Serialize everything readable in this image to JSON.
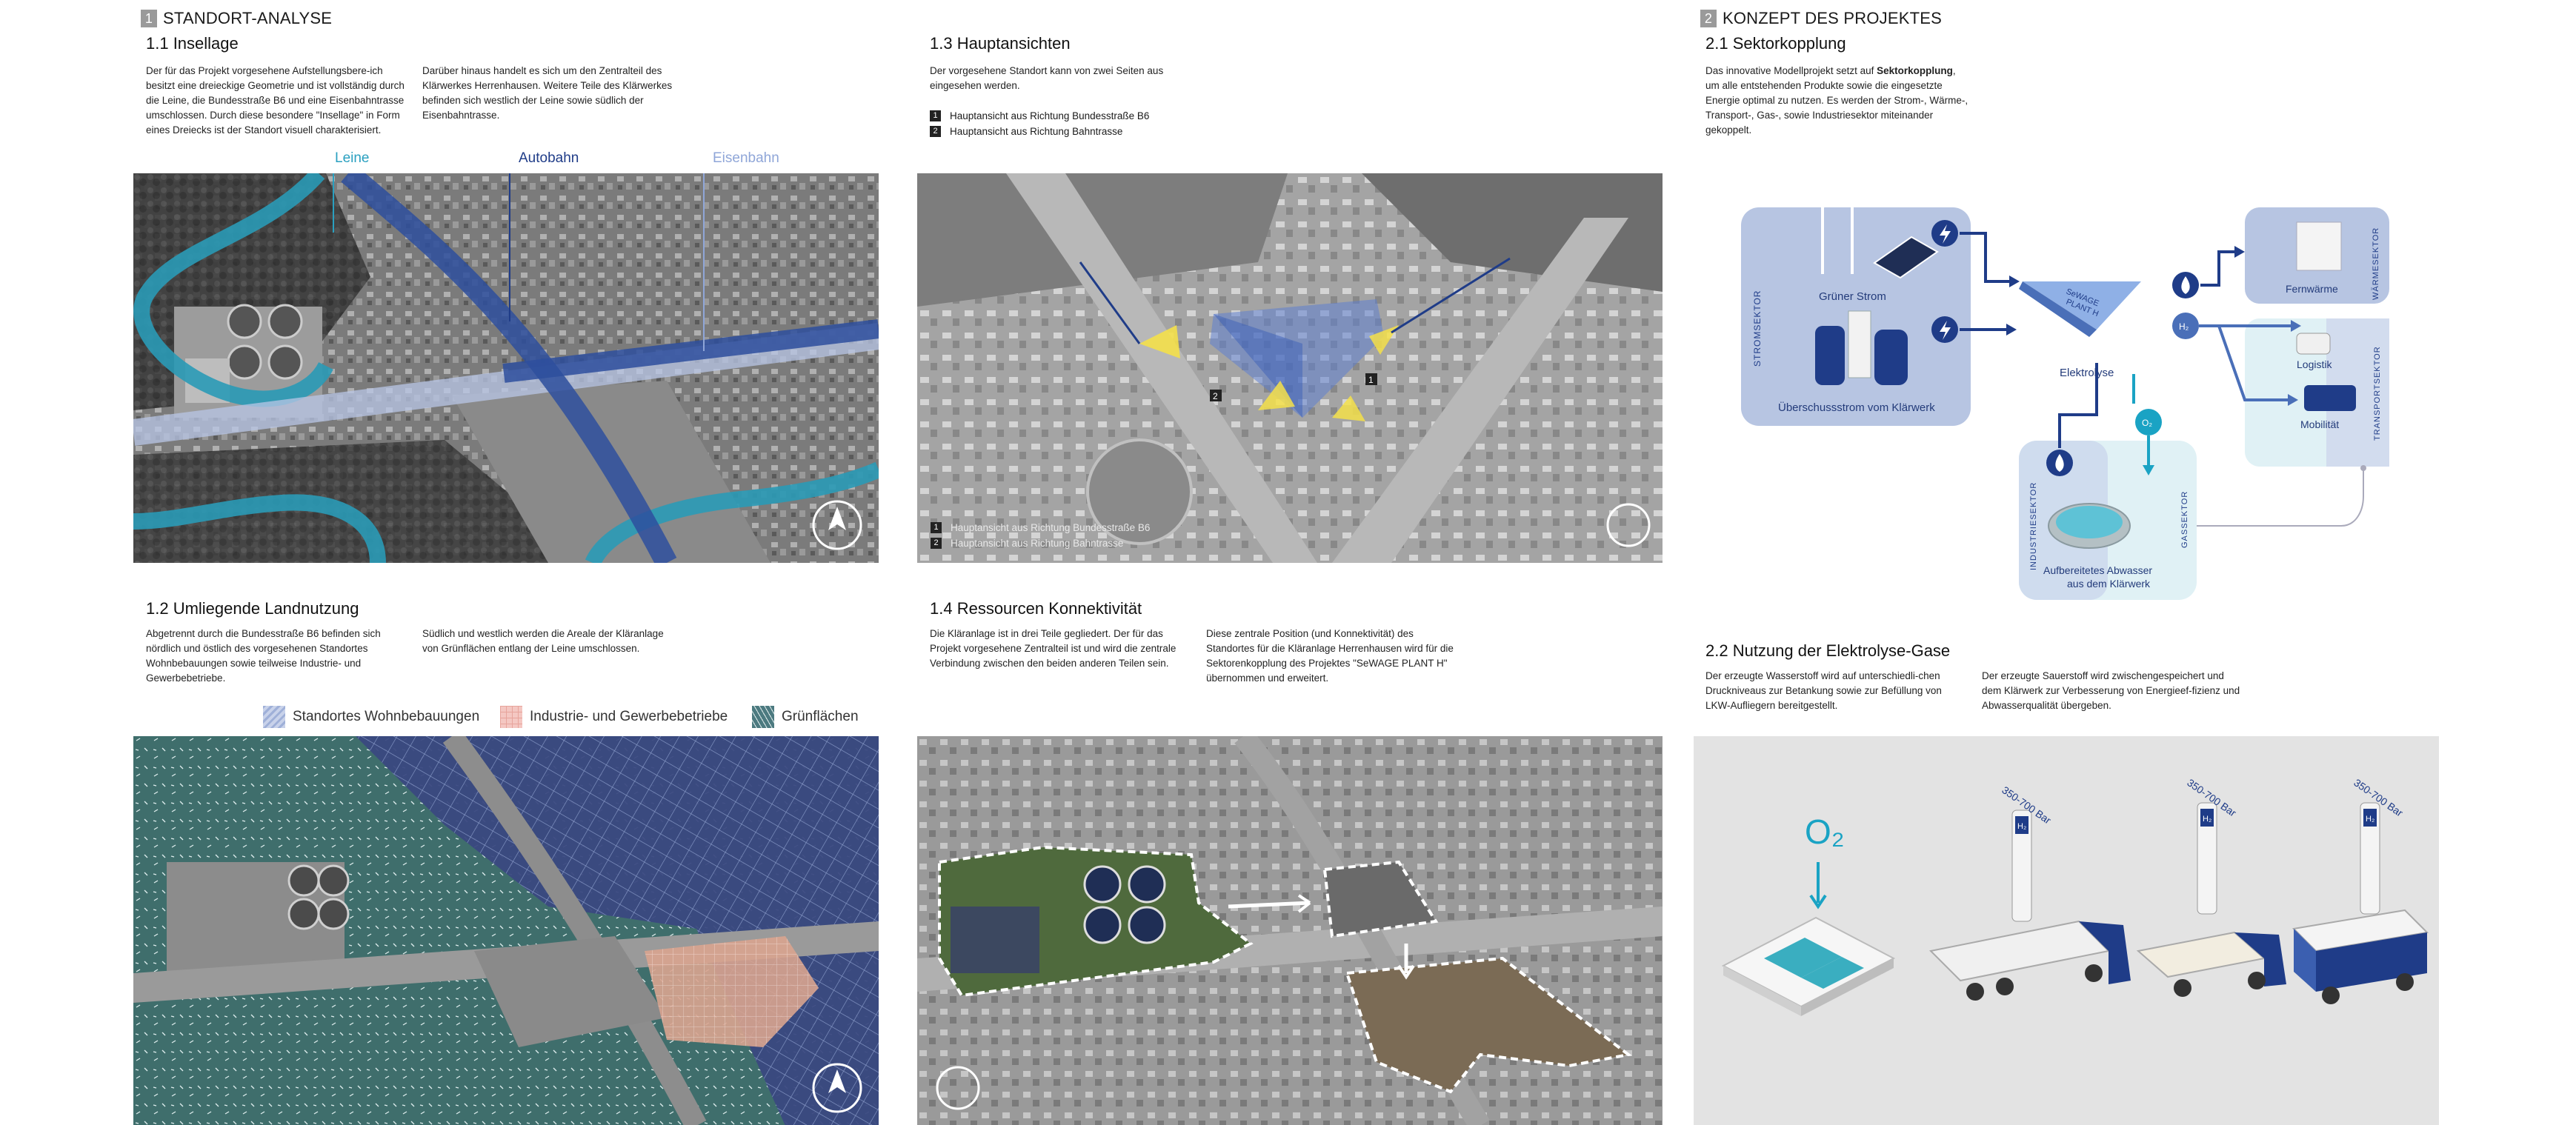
{
  "sections": {
    "s1": {
      "num": "1",
      "title": "STANDORT-ANALYSE"
    },
    "s2": {
      "num": "2",
      "title": "KONZEPT DES PROJEKTES"
    }
  },
  "s11": {
    "title": "1.1 Insellage",
    "col1": "Der für das Projekt vorgesehene Aufstellungsbere-ich besitzt eine dreieckige Geometrie und ist vollständig durch die Leine, die Bundesstraße B6 und eine Eisenbahntrasse umschlossen. Durch diese besondere \"Insellage\" in Form eines Dreiecks ist der Standort visuell charakterisiert.",
    "col2": "Darüber hinaus handelt es sich um den Zentralteil des Klärwerkes Herrenhausen. Weitere Teile des Klärwerkes befinden sich westlich der Leine sowie südlich der Eisenbahntrasse.",
    "labels": {
      "leine": "Leine",
      "autobahn": "Autobahn",
      "eisenbahn": "Eisenbahn"
    }
  },
  "s12": {
    "title": "1.2 Umliegende Landnutzung",
    "col1": "Abgetrennt durch die Bundesstraße B6 befinden sich nördlich und östlich des vorgesehenen Standortes Wohnbebauungen sowie teilweise Industrie- und Gewerbebetriebe.",
    "col2": "Südlich und westlich werden die Areale der Kläranlage von Grünflächen entlang der Leine umschlossen.",
    "legend": [
      "Standortes Wohnbebauungen",
      "Industrie- und Gewerbebetriebe",
      "Grünflächen"
    ]
  },
  "s13": {
    "title": "1.3 Hauptansichten",
    "text": "Der vorgesehene Standort kann von zwei Seiten aus eingesehen werden.",
    "list": [
      {
        "n": "1",
        "label": "Hauptansicht aus Richtung Bundesstraße B6"
      },
      {
        "n": "2",
        "label": "Hauptansicht aus Richtung Bahntrasse"
      }
    ]
  },
  "s14": {
    "title": "1.4 Ressourcen Konnektivität",
    "col1": "Die Kläranlage ist in drei Teile gegliedert. Der für das Projekt vorgesehene Zentralteil ist und wird die zentrale Verbindung zwischen den beiden anderen Teilen sein.",
    "col2": "Diese zentrale Position (und Konnektivität) des Standortes für die Kläranlage Herrenhausen wird für die Sektorenkopplung des Projektes \"SeWAGE PLANT H\" übernommen und erweitert."
  },
  "s21": {
    "title": "2.1 Sektorkopplung",
    "text_a": "Das innovative Modellprojekt setzt auf ",
    "text_bold": "Sektorkopplung",
    "text_b": ", um alle entstehenden Produkte sowie die eingesetzte Energie optimal zu nutzen. Es werden der Strom-, Wärme-, Transport-, Gas-, sowie Industriesektor miteinander gekoppelt.",
    "diagram": {
      "stromsektor": "STROMSEKTOR",
      "gruener_strom": "Grüner Strom",
      "ueberschuss": "Überschussstrom vom Klärwerk",
      "plant_line1": "SeWAGE",
      "plant_line2": "PLANT H",
      "elektrolyse": "Elektrolyse",
      "o2": "O₂",
      "h2": "H₂",
      "fernwaerme": "Fernwärme",
      "waermesektor": "WÄRMESEKTOR",
      "logistik": "Logistik",
      "mobilitaet": "Mobilität",
      "transportsektor": "TRANSPORTSEKTOR",
      "industriesektor": "INDUSTRIESEKTOR",
      "gassektor": "GASSEKTOR",
      "abwasser1": "Aufbereitetes Abwasser",
      "abwasser2": "aus dem Klärwerk"
    }
  },
  "s22": {
    "title": "2.2 Nutzung der Elektrolyse-Gase",
    "col1": "Der erzeugte Wasserstoff wird auf unterschiedli-chen Druckniveaus zur Betankung sowie zur Befüllung von LKW-Aufliegern bereitgestellt.",
    "col2": "Der erzeugte Sauerstoff wird zwischengespeichert und dem Klärwerk zur Verbesserung von Energieef-fizienz und Abwasserqualität übergeben.",
    "o2": "O₂",
    "pressure": "350-700 Bar",
    "h2": "H₂"
  },
  "colors": {
    "dark_blue": "#1f3c88",
    "light_blue": "#c9d3e8",
    "cyan": "#1aa3c4",
    "leine_label": "#2aa0c0",
    "eisenbahn_label": "#8fa6d8"
  }
}
